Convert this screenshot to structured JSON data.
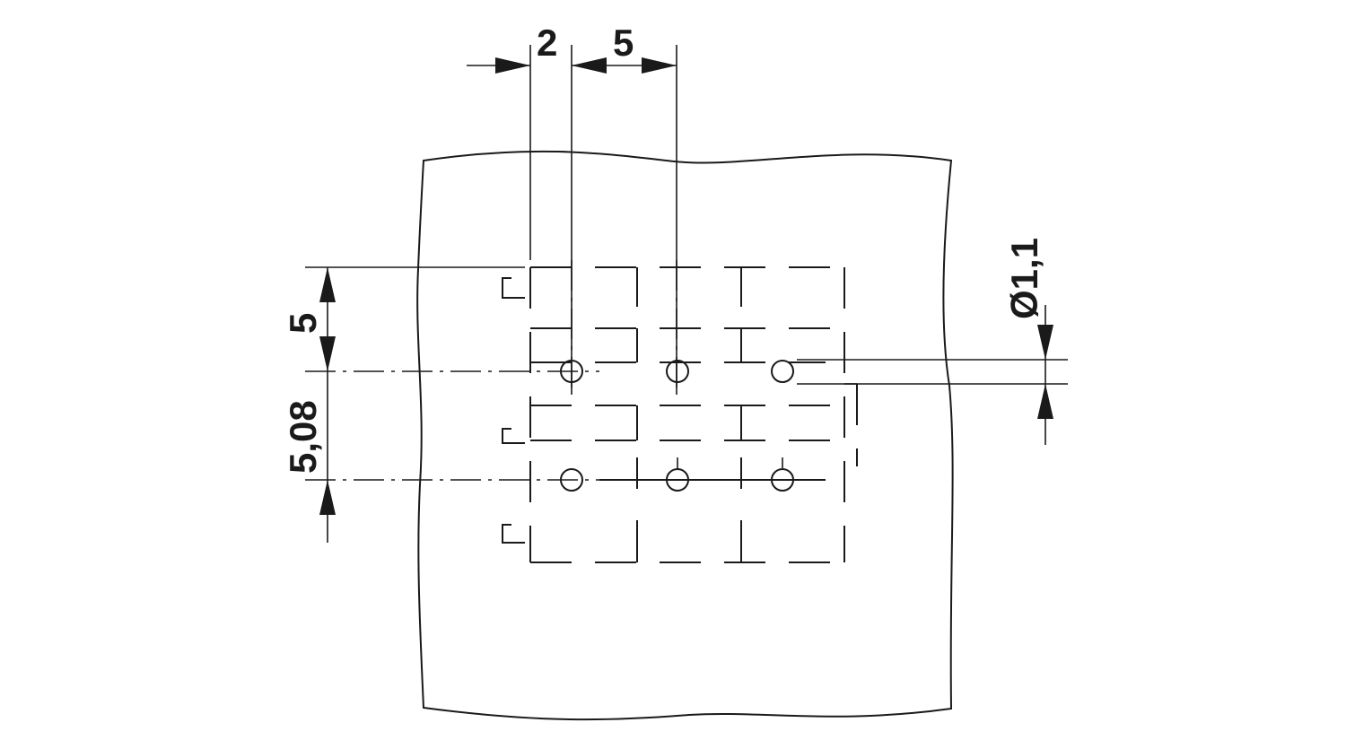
{
  "drawing": {
    "dimensions": {
      "pin_offset": "2",
      "pitch_horizontal": "5",
      "pitch_vertical_top": "5",
      "pitch_vertical_row": "5,08",
      "hole_diameter": "Ø1,1"
    },
    "colors": {
      "line": "#1a1a1a",
      "background": "#ffffff"
    }
  }
}
